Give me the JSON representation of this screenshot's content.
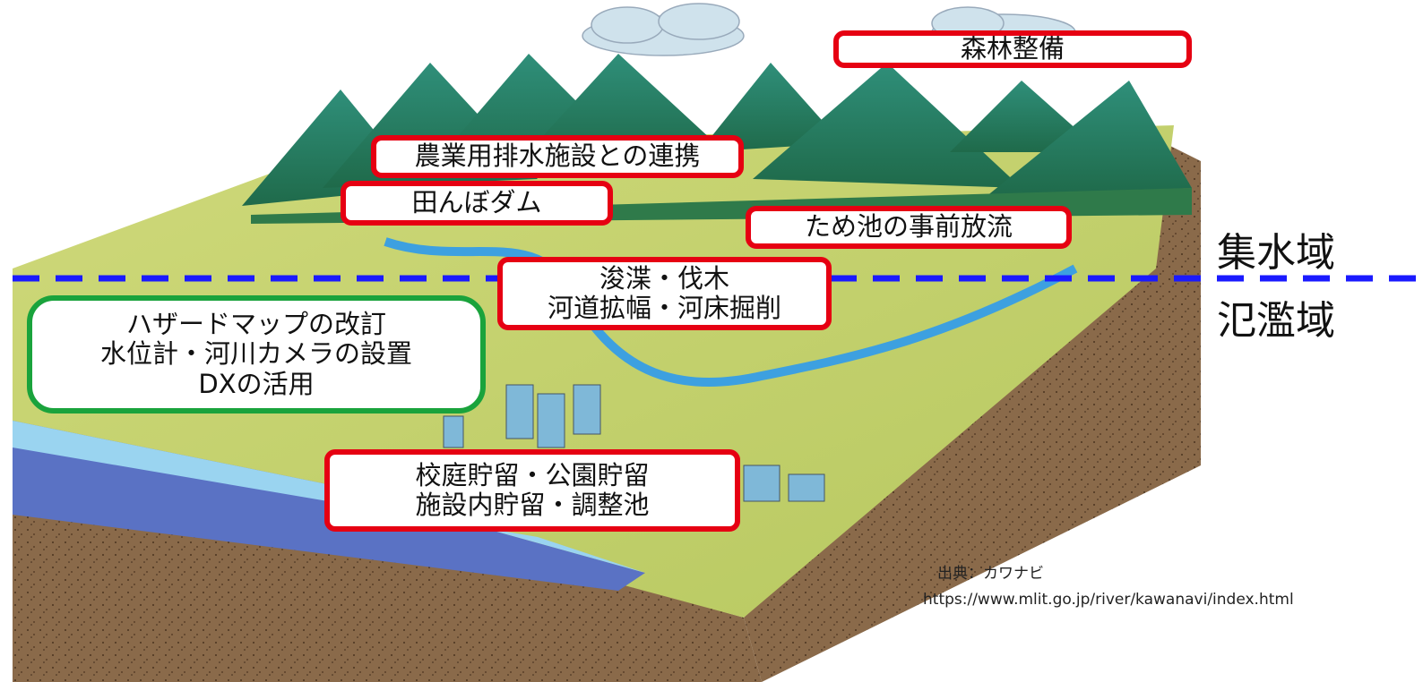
{
  "measures": {
    "forest": "森林整備",
    "agri_drainage": "農業用排水施設との連携",
    "paddy_dam": "田んぼダム",
    "pond_release": "ため池の事前放流",
    "dredging": [
      "浚渫・伐木",
      "河道拡幅・河床掘削"
    ],
    "info": [
      "ハザードマップの改訂",
      "水位計・河川カメラの設置",
      "DXの活用"
    ],
    "storage": [
      "校庭貯留・公園貯留",
      "施設内貯留・調整池"
    ]
  },
  "zones": {
    "catchment": "集水域",
    "floodplain": "氾濫域"
  },
  "source": {
    "caption": "出典：カワナビ",
    "url": "https://www.mlit.go.jp/river/kawanavi/index.html"
  },
  "colors": {
    "measure_border": "#e60012",
    "info_border": "#1aa33c",
    "divider_line": "#1a1aff"
  }
}
